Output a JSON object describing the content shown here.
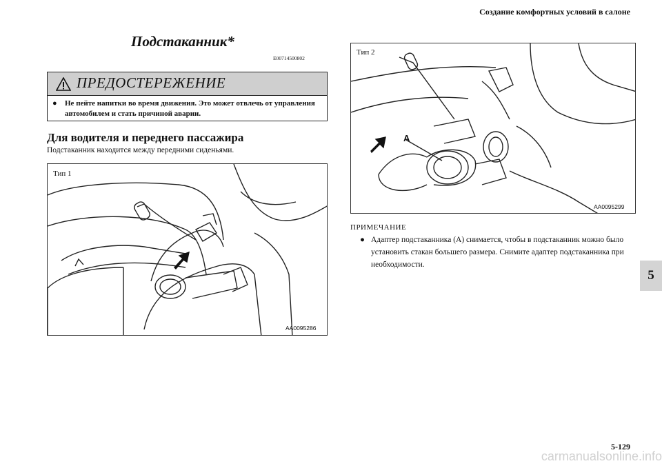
{
  "header": {
    "title": "Создание комфортных условий в салоне"
  },
  "section": {
    "title": "Подстаканник*",
    "code": "E00714500802"
  },
  "warning": {
    "title": "ПРЕДОСТЕРЕЖЕНИЕ",
    "bullet": "●",
    "text": "Не пейте напитки во время движения. Это может отвлечь от управления автомобилем и стать причиной аварии."
  },
  "subsection": {
    "title": "Для водителя и переднего пассажира",
    "text": "Подстаканник находится между передними сиденьями."
  },
  "figure1": {
    "label": "Тип 1",
    "code": "AA0095286"
  },
  "figure2": {
    "label": "Тип 2",
    "code": "AA0095299",
    "callout": "A"
  },
  "note": {
    "heading": "ПРИМЕЧАНИЕ",
    "bullet": "●",
    "text": "Адаптер подстаканника (A) снимается, чтобы в подстаканник можно было установить стакан большего размера. Снимите адаптер подстаканника при необходимости."
  },
  "chapter_tab": "5",
  "page_number": "5-129",
  "watermark": "carmanualsonline.info"
}
